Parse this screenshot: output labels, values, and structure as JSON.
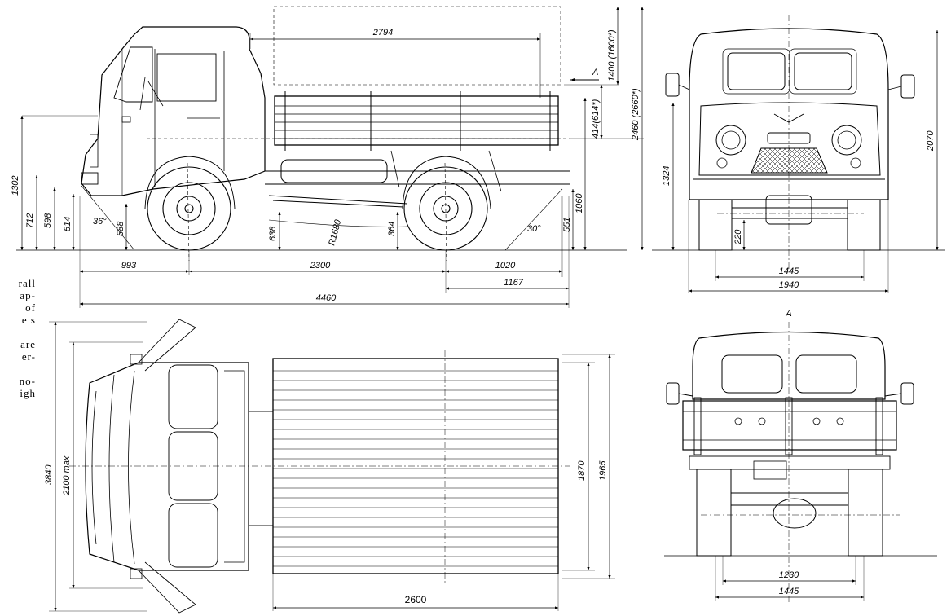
{
  "side_view": {
    "dims": [
      "2794",
      "1400 (1600*)",
      "2460 (2660*)",
      "414(614*)",
      "1060",
      "551",
      "1302",
      "712",
      "598",
      "514",
      "588",
      "638",
      "R1680",
      "364",
      "36°",
      "30°",
      "993",
      "2300",
      "1020",
      "1167",
      "4460"
    ],
    "label_a": "A"
  },
  "front_view": {
    "dims": [
      "1324",
      "2070",
      "220",
      "1445",
      "1940"
    ]
  },
  "rear_view": {
    "label_a": "A",
    "dims": [
      "1230",
      "1445"
    ]
  },
  "top_view": {
    "dims": [
      "3840",
      "2100 max",
      "1870",
      "1965",
      "2600"
    ]
  },
  "edge_text": [
    "rall",
    "ap-",
    "of",
    "e s",
    "",
    "are",
    "er-",
    "",
    "no-",
    "igh"
  ]
}
